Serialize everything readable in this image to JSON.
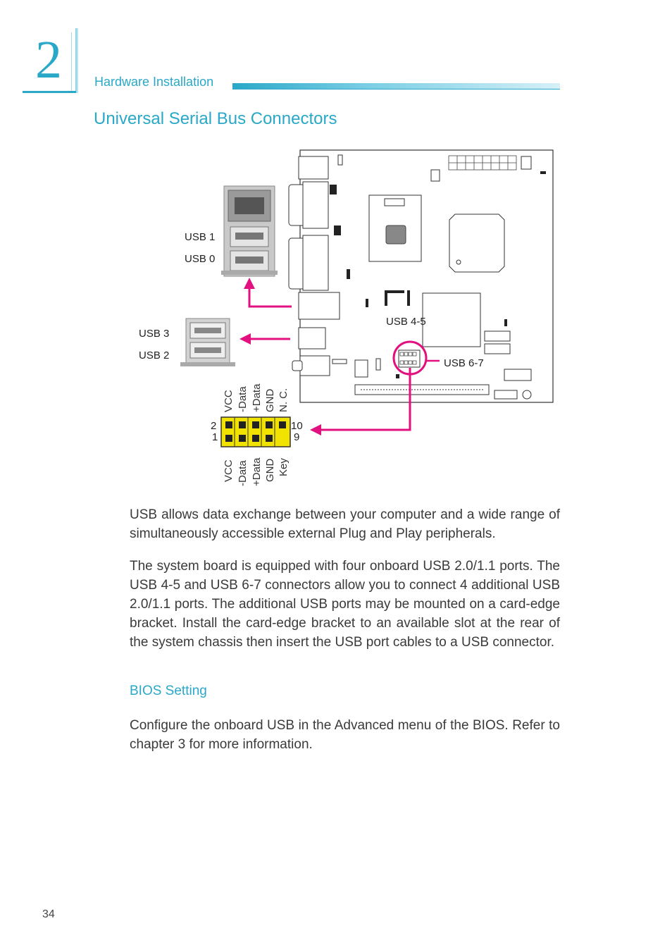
{
  "header": {
    "chapter_number": "2",
    "chapter_label": "Hardware Installation",
    "accent_color": "#2aa8c8"
  },
  "section_title": "Universal Serial Bus Connectors",
  "diagram": {
    "rear_port_labels": {
      "usb1": "USB  1",
      "usb0": "USB  0",
      "usb3": "USB  3",
      "usb2": "USB  2"
    },
    "header_labels": {
      "usb45": "USB  4-5",
      "usb67": "USB  6-7"
    },
    "pin_numbers": {
      "top_left": "2",
      "bottom_left": "1",
      "top_right": "10",
      "bottom_right": "9"
    },
    "top_row_pins": [
      "VCC",
      "-Data",
      "+Data",
      "GND",
      "N. C."
    ],
    "bottom_row_pins": [
      "VCC",
      "-Data",
      "+Data",
      "GND",
      "Key"
    ],
    "arrow_color": "#e2117f",
    "pin_color": "#f2e200"
  },
  "paragraphs": [
    "USB allows data exchange between your computer and a wide range of simultaneously accessible external Plug and Play peripherals.",
    "The system board is equipped with four onboard USB 2.0/1.1 ports. The USB 4-5 and USB 6-7 connectors allow you to connect 4 additional USB 2.0/1.1 ports. The additional USB ports may be mounted on a card-edge bracket. Install the card-edge bracket to an available slot at the rear of the system chassis then insert the USB port cables to a USB connector."
  ],
  "bios_heading": "BIOS Setting",
  "bios_paragraph": "Configure the onboard USB in the Advanced menu of the BIOS. Refer to chapter 3 for more information.",
  "page_number": "34"
}
